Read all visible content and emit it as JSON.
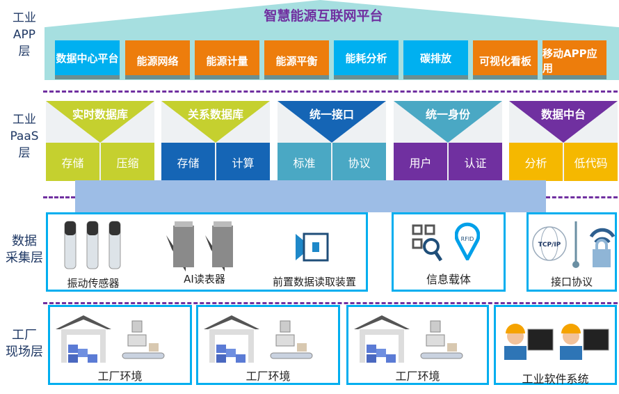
{
  "layers": {
    "app": "工业\nAPP\n层",
    "paas": "工业\nPaaS\n层",
    "data": "数据\n采集层",
    "field": "工厂\n现场层"
  },
  "app": {
    "title": "智慧能源互联网平台",
    "items": [
      {
        "label": "数据中心平台",
        "color": "#00b0f0"
      },
      {
        "label": "能源网络",
        "color": "#ed7d0c"
      },
      {
        "label": "能源计量",
        "color": "#ed7d0c"
      },
      {
        "label": "能源平衡",
        "color": "#ed7d0c"
      },
      {
        "label": "能耗分析",
        "color": "#00b0f0"
      },
      {
        "label": "碳排放",
        "color": "#00b0f0"
      },
      {
        "label": "可视化看板",
        "color": "#ed7d0c"
      },
      {
        "label": "移动APP应用",
        "color": "#ed7d0c"
      }
    ]
  },
  "paas": [
    {
      "title": "实时数据库",
      "color": "#c5d02f",
      "cells": [
        "存储",
        "压缩"
      ]
    },
    {
      "title": "关系数据库",
      "color": "#1565b5",
      "tri": "#c5d02f",
      "cells": [
        "存储",
        "计算"
      ]
    },
    {
      "title": "统一接口",
      "color": "#4aa8c4",
      "tri": "#1565b5",
      "cells": [
        "标准",
        "协议"
      ]
    },
    {
      "title": "统一身份",
      "color": "#7030a0",
      "tri": "#4aa8c4",
      "cells": [
        "用户",
        "认证"
      ]
    },
    {
      "title": "数据中台",
      "color": "#f5b800",
      "tri": "#7030a0",
      "cells": [
        "分析",
        "低代码"
      ]
    }
  ],
  "data_layer": {
    "sensors": "振动传感器",
    "meter": "AI读表器",
    "reader": "前置数据读取装置",
    "carrier": "信息载体",
    "protocol": "接口协议",
    "tcp": "TCP/IP",
    "rfid": "RFID"
  },
  "field": {
    "factories": [
      "工厂环境",
      "工厂环境",
      "工厂环境"
    ],
    "software": "工业软件系统"
  }
}
